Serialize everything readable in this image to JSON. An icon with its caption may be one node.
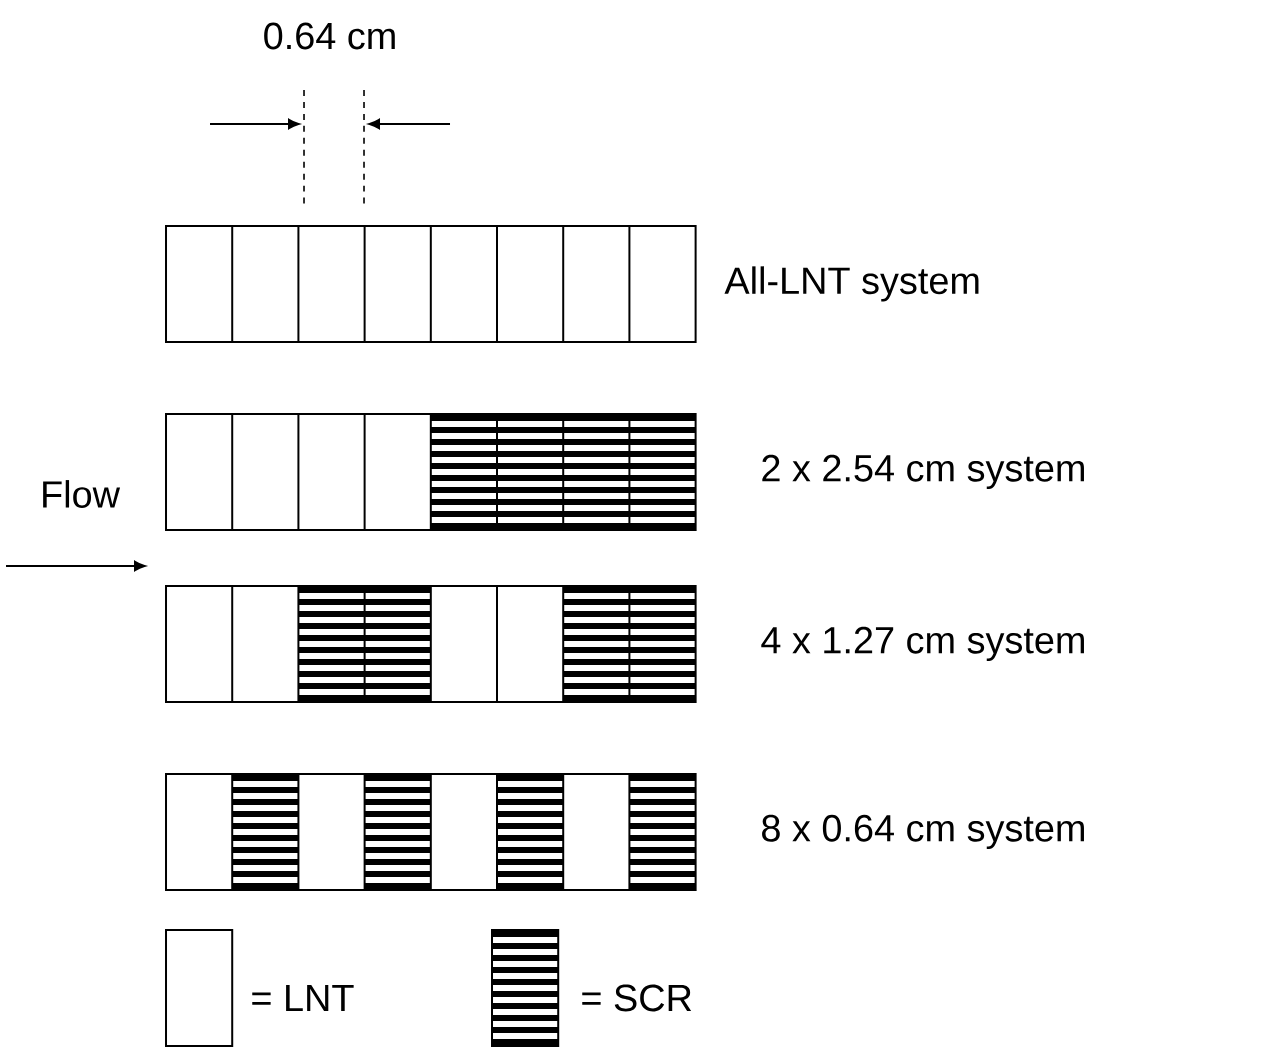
{
  "diagram": {
    "nodes": [
      {
        "text": [],
        "shape": "bar",
        "beside": [
          "All-LNT system"
        ]
      },
      {
        "text": [],
        "shape": "bar",
        "beside": [
          "2 x 2.54 cm system"
        ]
      },
      {
        "text": [],
        "shape": "bar",
        "beside": [
          "4 x 1.27 cm system"
        ]
      },
      {
        "text": [],
        "shape": "bar",
        "beside": [
          "8 x 0.64 cm system"
        ]
      }
    ],
    "labels": [
      "0.64 cm",
      "Flow"
    ],
    "legend": [
      {
        "text": "= LNT"
      },
      {
        "text": "= SCR"
      }
    ]
  }
}
